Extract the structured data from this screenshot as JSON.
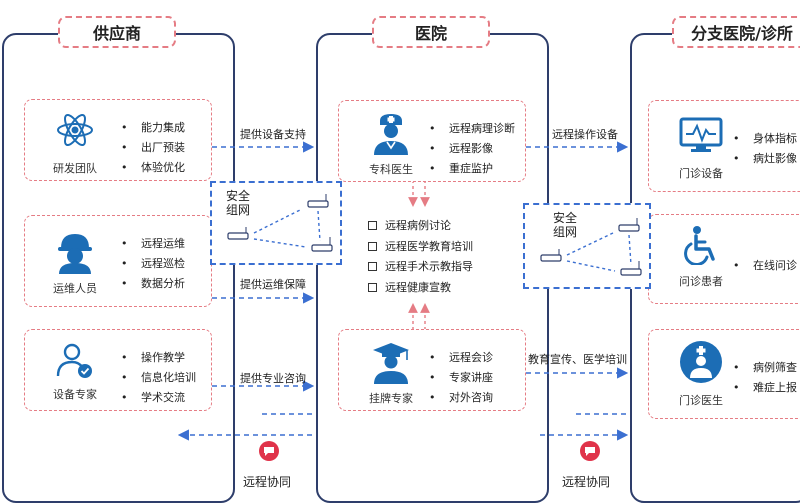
{
  "columns": {
    "supplier": "供应商",
    "hospital": "医院",
    "branch": "分支医院/诊所"
  },
  "supplier_cards": [
    {
      "caption": "研发团队",
      "icon": "atom-icon",
      "items": [
        "能力集成",
        "出厂预装",
        "体验优化"
      ]
    },
    {
      "caption": "运维人员",
      "icon": "worker-icon",
      "items": [
        "远程运维",
        "远程巡检",
        "数据分析"
      ]
    },
    {
      "caption": "设备专家",
      "icon": "expert-icon",
      "items": [
        "操作教学",
        "信息化培训",
        "学术交流"
      ]
    }
  ],
  "hospital_top": {
    "caption": "专科医生",
    "icon": "doctor-icon",
    "items": [
      "远程病理诊断",
      "远程影像",
      "重症监护"
    ]
  },
  "hospital_mid_items": [
    "远程病例讨论",
    "远程医学教育培训",
    "远程手术示教指导",
    "远程健康宣教"
  ],
  "hospital_bottom": {
    "caption": "挂牌专家",
    "icon": "graduate-icon",
    "items": [
      "远程会诊",
      "专家讲座",
      "对外咨询"
    ]
  },
  "branch_cards": [
    {
      "caption": "门诊设备",
      "icon": "monitor-icon",
      "items": [
        "身体指标",
        "病灶影像"
      ]
    },
    {
      "caption": "问诊患者",
      "icon": "wheelchair-icon",
      "items": [
        "在线问诊"
      ]
    },
    {
      "caption": "门诊医生",
      "icon": "clinic-doctor-icon",
      "items": [
        "病例筛查",
        "难症上报"
      ]
    }
  ],
  "arrows": {
    "equip_support": "提供设备支持",
    "ops_support": "提供运维保障",
    "consult": "提供专业咨询",
    "remote_operate": "远程操作设备",
    "edu_training": "教育宣传、医学培训"
  },
  "network_label": "安全\n组网",
  "collab_label": "远程协同",
  "colors": {
    "frame": "#2e3e6b",
    "accent_red": "#e57c84",
    "link_blue": "#3b6fd1",
    "icon_blue": "#1c6db5"
  }
}
